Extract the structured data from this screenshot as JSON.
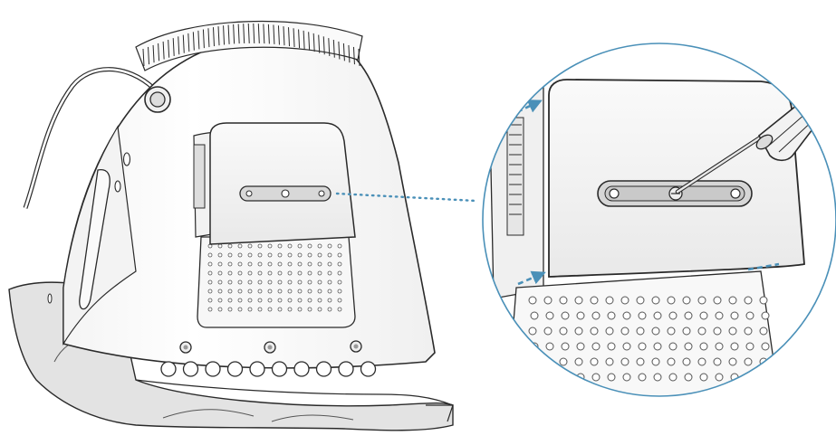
{
  "diagram": {
    "left_view": "imac-rear-view",
    "right_view": "memory-door-detail",
    "callout": "dotted-leader-to-magnified-detail",
    "tool": "screwdriver",
    "arrows": 2,
    "labels": []
  },
  "colors": {
    "outline": "#2a2a2a",
    "callout_accent": "#4a90b8",
    "cloth_fill": "#e3e3e3",
    "door_fill": "#f2f2f2",
    "body_fill": "#ffffff",
    "vent_fill": "#9a9a9a"
  }
}
